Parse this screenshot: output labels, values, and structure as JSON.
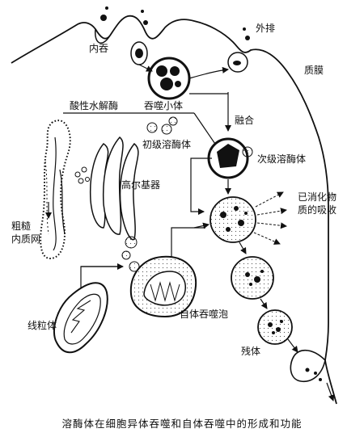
{
  "diagram": {
    "caption": "溶酶体在细胞异体吞噬和自体吞噬中的形成和功能",
    "labels": {
      "endocytosis": "内吞",
      "exocytosis": "外排",
      "membrane": "质膜",
      "acid_hydrolase": "酸性水解酶",
      "phagosome": "吞噬小体",
      "fusion": "融合",
      "primary_lysosome": "初级溶酶体",
      "secondary_lysosome": "次级溶酶体",
      "golgi": "高尔基器",
      "rough_er": "粗糙\n内质网",
      "digested": "已消化物\n质的吸收",
      "mitochondrion": "线粒体",
      "autophagic_vacuole": "自体吞噬泡",
      "residual_body": "残体"
    }
  }
}
